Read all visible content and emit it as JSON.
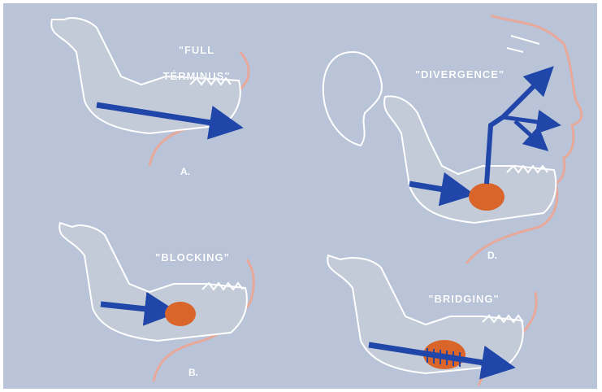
{
  "panels": {
    "a": {
      "title_line1": "\"FULL",
      "title_line2": "TÉRMINUS\"",
      "letter": "A."
    },
    "b": {
      "title": "\"BLOCKING\"",
      "letter": "B."
    },
    "c": {
      "title": "\"BRIDGING\""
    },
    "d": {
      "title": "\"DIVERGENCE\"",
      "letter": "D."
    }
  },
  "colors": {
    "background": "#b9c4d9",
    "bone_fill": "#c3cbd8",
    "bone_outline": "#ffffff",
    "arrow": "#1f46a8",
    "tumor": "#d9652a",
    "soft_tissue": "#e8a89a"
  }
}
